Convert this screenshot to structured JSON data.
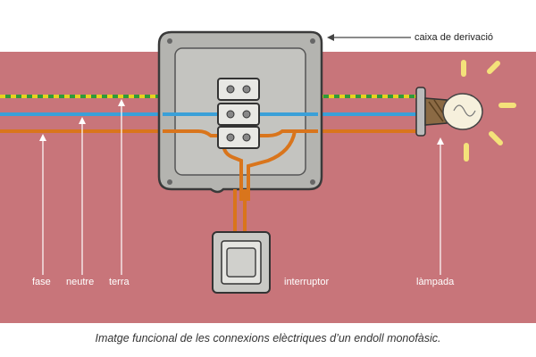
{
  "labels": {
    "junction_box": "caixa de derivació",
    "phase": "fase",
    "neutral": "neutre",
    "earth": "terra",
    "switch": "interruptor",
    "lamp": "làmpada"
  },
  "caption": "Imatge funcional de les connexions elèctriques d’un endoll monofàsic.",
  "colors": {
    "wall": "#c8757a",
    "phase_wire": "#d9751c",
    "neutral_wire": "#3aa0d8",
    "earth_wire_green": "#2f9a3a",
    "earth_wire_yellow": "#e6d21f",
    "box_fill": "#b4b4b0",
    "lamp_glow": "#f4e27a"
  }
}
